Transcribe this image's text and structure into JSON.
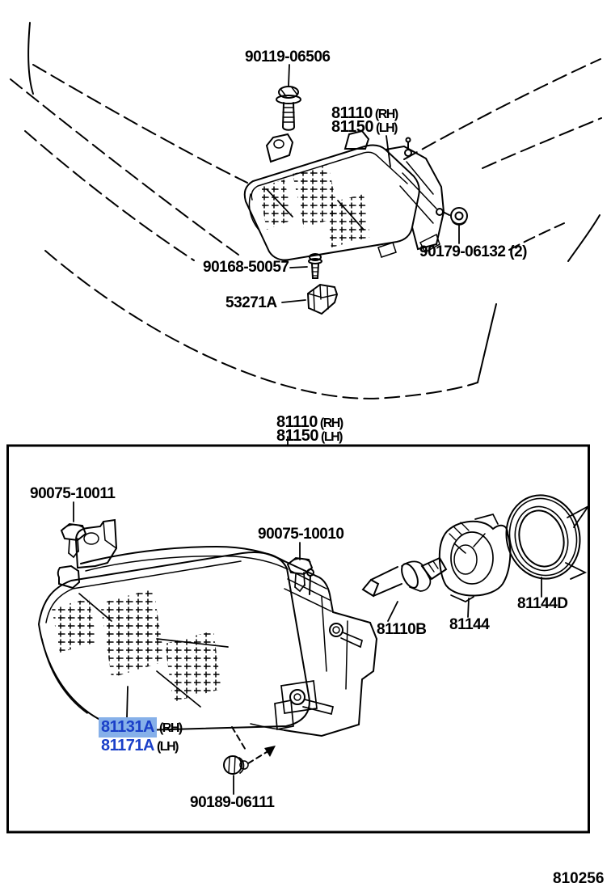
{
  "colors": {
    "highlight_bg": "#86b0e9",
    "highlight_text": "#1b40c8",
    "ink": "#000000",
    "paper": "#ffffff"
  },
  "top_section": {
    "bolt_label": "90119-06506",
    "assy_rh_num": "81110",
    "assy_rh_side": "(RH)",
    "assy_lh_num": "81150",
    "assy_lh_side": "(LH)",
    "nut_label": "90179-06132 (2)",
    "screw_label": "90168-50057",
    "bracket_label": "53271A"
  },
  "detail_box": {
    "title_rh_num": "81110",
    "title_rh_side": "(RH)",
    "title_lh_num": "81150",
    "title_lh_side": "(LH)",
    "clip_upper_label": "90075-10011",
    "clip_lower_label": "90075-10010",
    "bulb_label": "81110B",
    "retainer_label": "81144",
    "gasket_label": "81144D",
    "lens_rh_num": "81131A",
    "lens_rh_side": "(RH)",
    "lens_lh_num": "81171A",
    "lens_lh_side": "(LH)",
    "grommet_label": "90189-06111"
  },
  "footer": {
    "diagram_code": "810256"
  }
}
